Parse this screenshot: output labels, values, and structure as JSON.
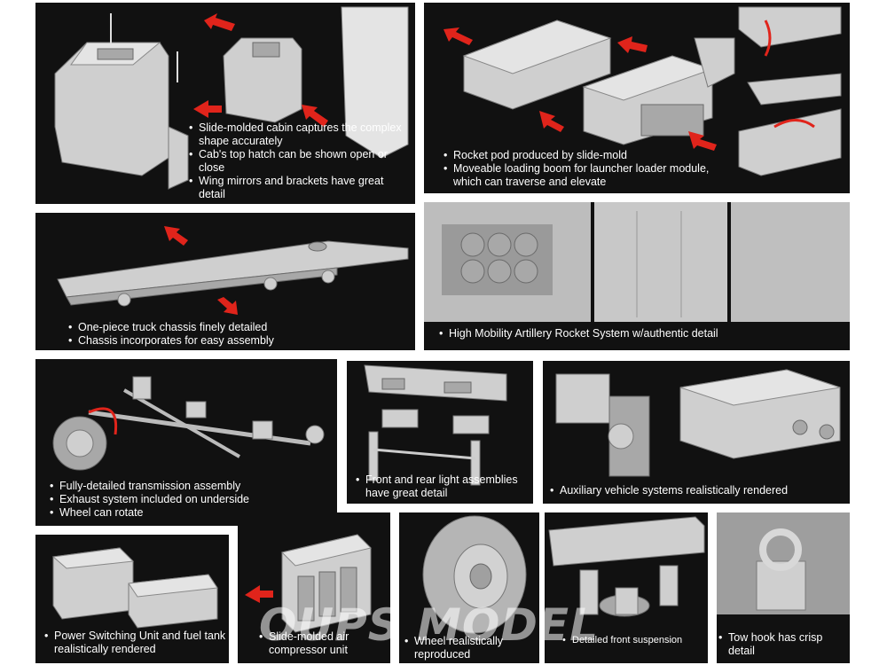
{
  "colors": {
    "panel_bg": "#111111",
    "caption_text": "#ffffff",
    "arrow": "#e0241b",
    "model_grey": "#cfcfcf"
  },
  "panels": {
    "cabin": {
      "bullets": [
        "Slide-molded cabin captures the complex shape accurately",
        "Cab's top hatch can be shown open or close",
        "Wing mirrors and brackets have great detail"
      ]
    },
    "rocket_pod": {
      "bullets": [
        "Rocket pod produced by slide-mold",
        "Moveable loading boom for launcher loader module, which can traverse and elevate"
      ]
    },
    "chassis": {
      "bullets": [
        "One-piece truck chassis finely detailed",
        "Chassis incorporates for easy assembly"
      ]
    },
    "himars": {
      "bullets": [
        "High Mobility Artillery Rocket System w/authentic detail"
      ]
    },
    "transmission": {
      "bullets": [
        "Fully-detailed transmission assembly",
        "Exhaust system included on underside",
        "Wheel can rotate"
      ]
    },
    "lights": {
      "bullets": [
        "Front and rear light assemblies have great detail"
      ]
    },
    "auxiliary": {
      "bullets": [
        "Auxiliary vehicle systems realistically rendered"
      ]
    },
    "power": {
      "bullets": [
        "Power Switching Unit and fuel tank realistically rendered"
      ]
    },
    "compressor": {
      "bullets": [
        "Slide-molded air compressor unit"
      ]
    },
    "wheel": {
      "bullets": [
        "Wheel realistically reproduced"
      ]
    },
    "suspension": {
      "bullets": [
        "Detailed front suspension"
      ]
    },
    "towhook": {
      "bullets": [
        "Tow hook has crisp detail"
      ]
    }
  },
  "watermark": {
    "text": "OUPS MODEL"
  }
}
